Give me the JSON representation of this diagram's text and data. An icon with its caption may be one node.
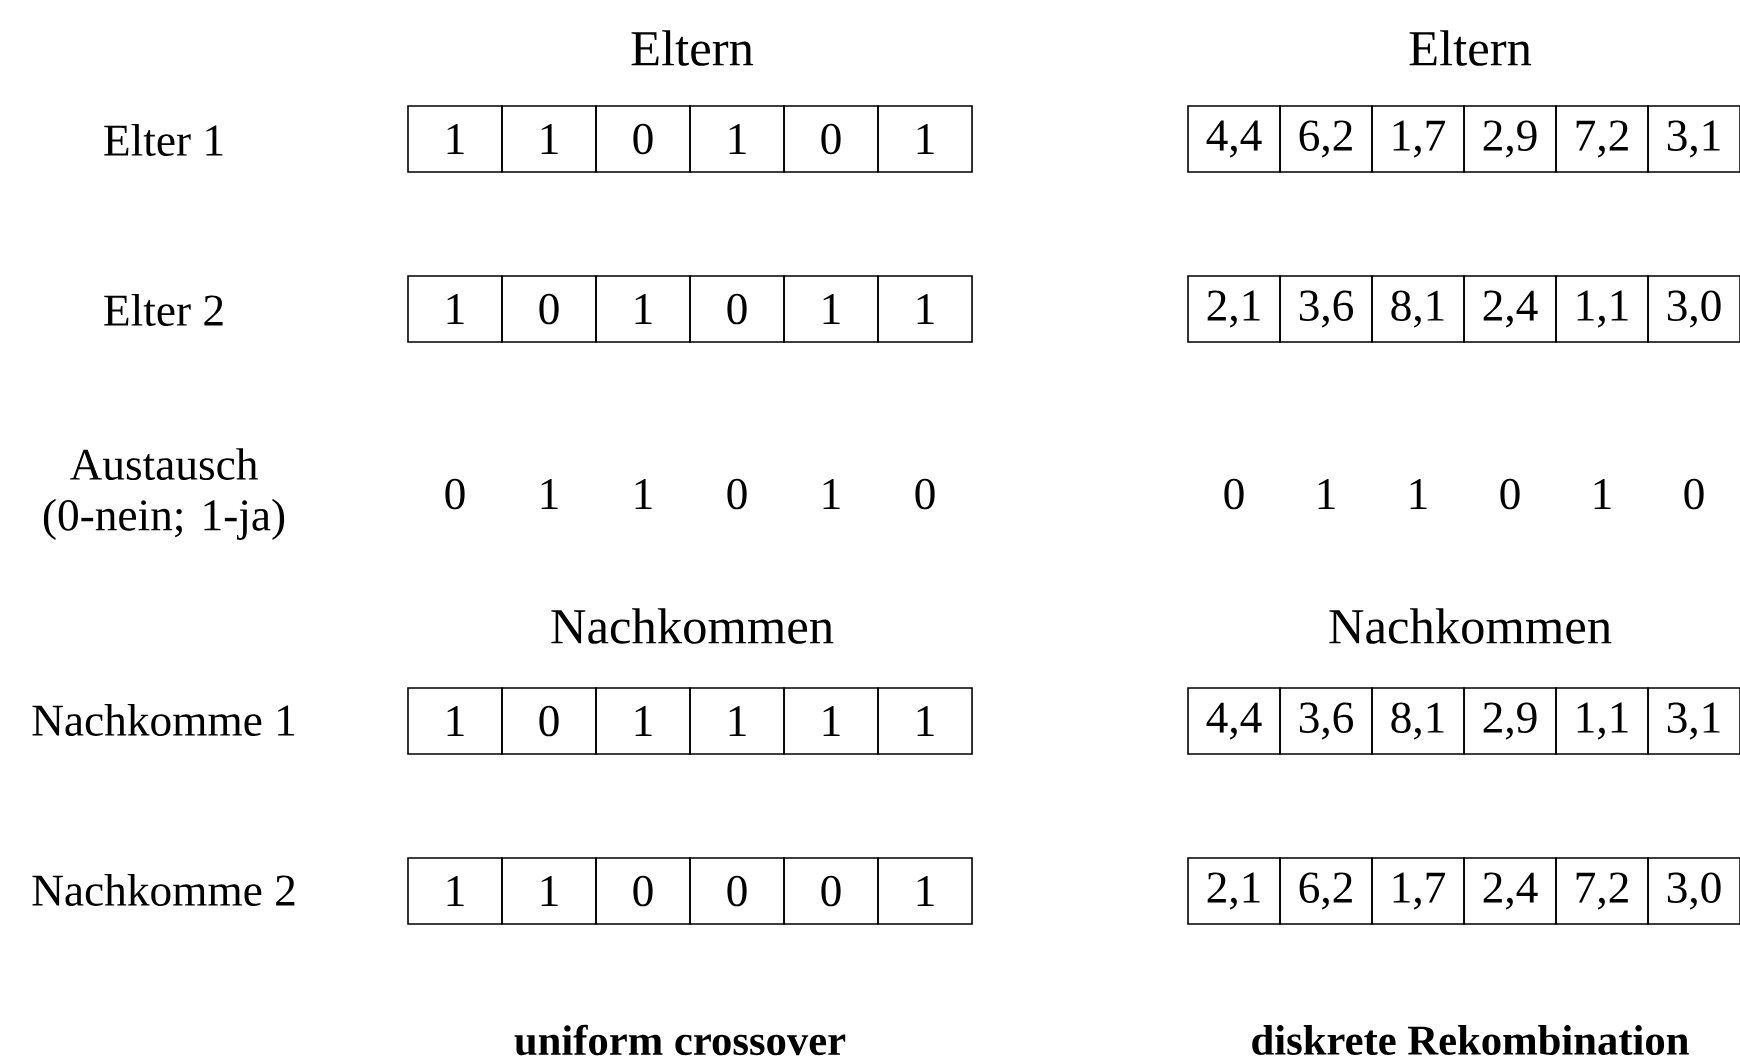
{
  "diagram": {
    "nodes": [
      {
        "text": [
          "1"
        ]
      },
      {
        "text": [
          "1"
        ]
      },
      {
        "text": [
          "0"
        ]
      },
      {
        "text": [
          "1"
        ]
      },
      {
        "text": [
          "0"
        ]
      },
      {
        "text": [
          "1"
        ]
      },
      {
        "text": [
          "4,4"
        ]
      },
      {
        "text": [
          "6,2"
        ]
      },
      {
        "text": [
          "1,7"
        ]
      },
      {
        "text": [
          "2,9"
        ]
      },
      {
        "text": [
          "7,2"
        ]
      },
      {
        "text": [
          "3,1"
        ]
      },
      {
        "text": [
          "1"
        ]
      },
      {
        "text": [
          "0"
        ]
      },
      {
        "text": [
          "1"
        ]
      },
      {
        "text": [
          "0"
        ]
      },
      {
        "text": [
          "1"
        ]
      },
      {
        "text": [
          "1"
        ]
      },
      {
        "text": [
          "2,1"
        ]
      },
      {
        "text": [
          "3,6"
        ]
      },
      {
        "text": [
          "8,1"
        ]
      },
      {
        "text": [
          "2,4"
        ]
      },
      {
        "text": [
          "1,1"
        ]
      },
      {
        "text": [
          "3,0"
        ]
      },
      {
        "text": [
          "1"
        ]
      },
      {
        "text": [
          "0"
        ]
      },
      {
        "text": [
          "1"
        ]
      },
      {
        "text": [
          "1"
        ]
      },
      {
        "text": [
          "1"
        ]
      },
      {
        "text": [
          "1"
        ]
      },
      {
        "text": [
          "4,4"
        ]
      },
      {
        "text": [
          "3,6"
        ]
      },
      {
        "text": [
          "8,1"
        ]
      },
      {
        "text": [
          "2,9"
        ]
      },
      {
        "text": [
          "1,1"
        ]
      },
      {
        "text": [
          "3,1"
        ]
      },
      {
        "text": [
          "1"
        ]
      },
      {
        "text": [
          "1"
        ]
      },
      {
        "text": [
          "0"
        ]
      },
      {
        "text": [
          "0"
        ]
      },
      {
        "text": [
          "0"
        ]
      },
      {
        "text": [
          "1"
        ]
      },
      {
        "text": [
          "2,1"
        ]
      },
      {
        "text": [
          "6,2"
        ]
      },
      {
        "text": [
          "1,7"
        ]
      },
      {
        "text": [
          "2,4"
        ]
      },
      {
        "text": [
          "7,2"
        ]
      },
      {
        "text": [
          "3,0"
        ]
      }
    ],
    "labels": [
      "Eltern",
      "Eltern",
      "Elter 1",
      "Elter 2",
      "Austausch (0-nein; 1-ja)",
      "0",
      "1",
      "1",
      "0",
      "1",
      "0",
      "0",
      "1",
      "1",
      "0",
      "1",
      "0",
      "Nachkommen",
      "Nachkommen",
      "Nachkomme 1",
      "Nachkomme 2",
      "uniform crossover",
      "diskrete Rekombination"
    ]
  }
}
